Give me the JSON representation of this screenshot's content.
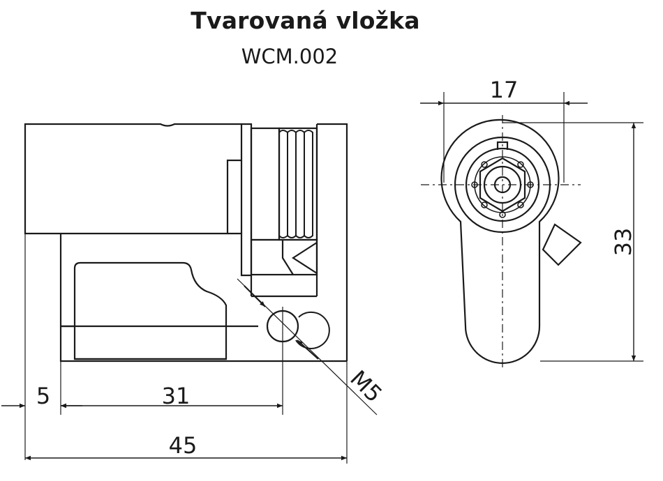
{
  "header": {
    "title": "Tvarovaná vložka",
    "code": "WCM.002"
  },
  "side_view": {
    "dimensions": {
      "offset": "5",
      "hole_position": "31",
      "overall_length": "45",
      "thread": "M5"
    }
  },
  "front_view": {
    "dimensions": {
      "width": "17",
      "height": "33"
    }
  },
  "colors": {
    "line": "#1a1a1a",
    "background": "#ffffff"
  }
}
